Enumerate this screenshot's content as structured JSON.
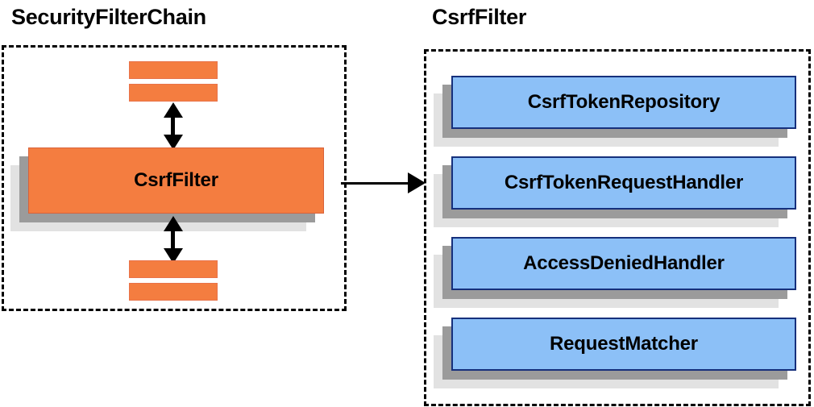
{
  "diagram": {
    "type": "component-relationship-diagram",
    "background_color": "#ffffff",
    "palette": {
      "orange_fill": "#f47d40",
      "orange_border": "#d8623a",
      "blue_fill": "#8cc0f7",
      "blue_border": "#16307c",
      "shadow_dark": "#9b9b9b",
      "shadow_light": "#e2e2e2",
      "outline": "#000000"
    }
  },
  "left_panel": {
    "title": "SecurityFilterChain",
    "border_style": "dashed",
    "filter_slots_top": [
      "",
      ""
    ],
    "highlighted_filter": {
      "label": "CsrfFilter",
      "color": "#f47d40"
    },
    "filter_slots_bottom": [
      "",
      ""
    ],
    "arrows": {
      "top": "double-headed-vertical",
      "bottom": "double-headed-vertical"
    }
  },
  "connector": {
    "from": "SecurityFilterChain.CsrfFilter",
    "to": "CsrfFilter",
    "style": "single-headed-right-arrow"
  },
  "right_panel": {
    "title": "CsrfFilter",
    "border_style": "dashed",
    "collaborators": [
      {
        "label": "CsrfTokenRepository",
        "color": "#8cc0f7"
      },
      {
        "label": "CsrfTokenRequestHandler",
        "color": "#8cc0f7"
      },
      {
        "label": "AccessDeniedHandler",
        "color": "#8cc0f7"
      },
      {
        "label": "RequestMatcher",
        "color": "#8cc0f7"
      }
    ]
  }
}
